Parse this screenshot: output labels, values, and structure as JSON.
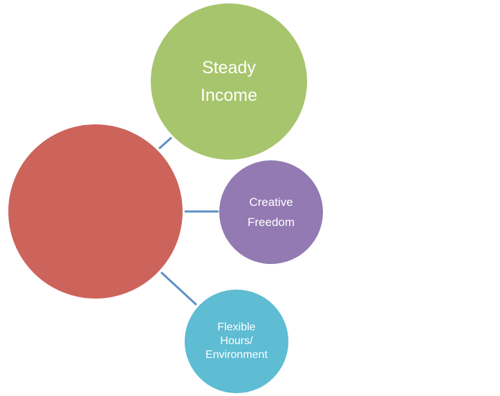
{
  "diagram": {
    "hub": {
      "label": "",
      "color": "#CC645B"
    },
    "nodes": [
      {
        "label": "Steady\nIncome",
        "color": "#A7C56C"
      },
      {
        "label": "Creative\nFreedom",
        "color": "#937AB3"
      },
      {
        "label": "Flexible\nHours/\nEnvironment",
        "color": "#5EBCD3"
      }
    ],
    "connector_color": "#5B8FC5"
  }
}
